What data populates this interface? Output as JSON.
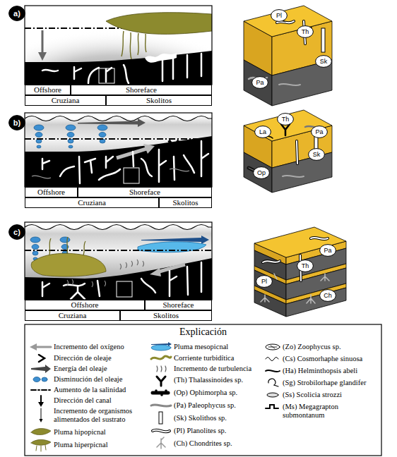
{
  "diagram": {
    "nodes": [
      {
        "text": [
          "a)"
        ]
      },
      {
        "text": [
          "Offshore"
        ]
      },
      {
        "text": [
          "Shoreface"
        ]
      },
      {
        "text": [
          "Cruziana"
        ]
      },
      {
        "text": [
          "Skolitos"
        ]
      },
      {
        "text": [
          "Pl"
        ]
      },
      {
        "text": [
          "Th"
        ]
      },
      {
        "text": [
          "Pa"
        ]
      },
      {
        "text": [
          "Sk"
        ]
      },
      {
        "text": [
          "b)"
        ]
      },
      {
        "text": [
          "Offshore"
        ]
      },
      {
        "text": [
          "Shoreface"
        ]
      },
      {
        "text": [
          "Cruziana"
        ]
      },
      {
        "text": [
          "Skolitos"
        ]
      },
      {
        "text": [
          "Th"
        ]
      },
      {
        "text": [
          "La"
        ]
      },
      {
        "text": [
          "Pa"
        ]
      },
      {
        "text": [
          "Sk"
        ]
      },
      {
        "text": [
          "Op"
        ]
      },
      {
        "text": [
          "c)"
        ]
      },
      {
        "text": [
          "Offshore"
        ]
      },
      {
        "text": [
          "Shoreface"
        ]
      },
      {
        "text": [
          "Cruziana"
        ]
      },
      {
        "text": [
          "Skolitos"
        ]
      },
      {
        "text": [
          "Pa"
        ]
      },
      {
        "text": [
          "Th"
        ]
      },
      {
        "text": [
          "Pl"
        ]
      },
      {
        "text": [
          "Ch"
        ]
      }
    ],
    "labels": [
      "Explicación"
    ],
    "legend": [
      {
        "text": "Incremento del oxígeno"
      },
      {
        "text": "Dirección de oleaje"
      },
      {
        "text": "Energía del oleaje"
      },
      {
        "text": "Disminución del oleaje"
      },
      {
        "text": "Aumento de la salinidad"
      },
      {
        "text": "Dirección del canal"
      },
      {
        "text": "Incremento de organismos alimentados del sustrato"
      },
      {
        "text": "Pluma hipopicnal"
      },
      {
        "text": "Pluma hiperpicnal"
      },
      {
        "text": "Pluma mesopicnal"
      },
      {
        "text": "Corriente turbidítica"
      },
      {
        "text": "Incremento de turbulencia"
      },
      {
        "text": "(Th) Thalassinoides sp."
      },
      {
        "text": "(Op) Ophimorpha sp."
      },
      {
        "text": "(Pa) Paleophycus sp."
      },
      {
        "text": "(Sk) Skolithos sp."
      },
      {
        "text": "(Pl) Planolites sp."
      },
      {
        "text": "(Ch) Chondrites sp."
      },
      {
        "text": "(Zo) Zoophycus sp."
      },
      {
        "text": "(Cs) Cosmorhaphe sinuosa"
      },
      {
        "text": "(Ha) Helminthopsis abeli"
      },
      {
        "text": "(Sg) Strobilorhape glandifer"
      },
      {
        "text": "(Ss) Scolicia strozzi"
      },
      {
        "text": "(Ms) Megagrapton submontanum"
      }
    ]
  }
}
